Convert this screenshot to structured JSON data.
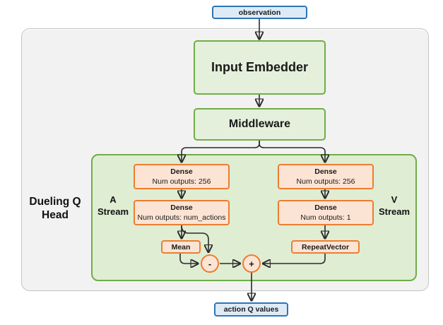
{
  "nodes": {
    "observation": {
      "label": "observation"
    },
    "input_embedder": {
      "label": "Input Embedder"
    },
    "middleware": {
      "label": "Middleware"
    },
    "dueling_q_head": {
      "line1": "Dueling Q",
      "line2": "Head"
    },
    "a_stream": {
      "line1": "A",
      "line2": "Stream"
    },
    "v_stream": {
      "line1": "V",
      "line2": "Stream"
    },
    "dense_a1": {
      "title": "Dense",
      "subtitle": "Num outputs: 256"
    },
    "dense_a2": {
      "title": "Dense",
      "subtitle": "Num outputs: num_actions"
    },
    "dense_v1": {
      "title": "Dense",
      "subtitle": "Num outputs: 256"
    },
    "dense_v2": {
      "title": "Dense",
      "subtitle": "Num outputs: 1"
    },
    "mean": {
      "label": "Mean"
    },
    "repeat_vector": {
      "label": "RepeatVector"
    },
    "minus_op": {
      "label": "-"
    },
    "plus_op": {
      "label": "+"
    },
    "action_q_values": {
      "label": "action Q values"
    }
  },
  "colors": {
    "io_border": "#2e75b6",
    "io_fill": "#deebf7",
    "green_border": "#70ad47",
    "green_fill": "#e4f0dc",
    "green_container_fill": "#dfedd3",
    "orange_border": "#ed7d31",
    "orange_fill": "#fce4d4",
    "outer_fill": "#f2f2f2",
    "outer_border": "#c3c3c3",
    "wire": "#2b2b2b"
  }
}
